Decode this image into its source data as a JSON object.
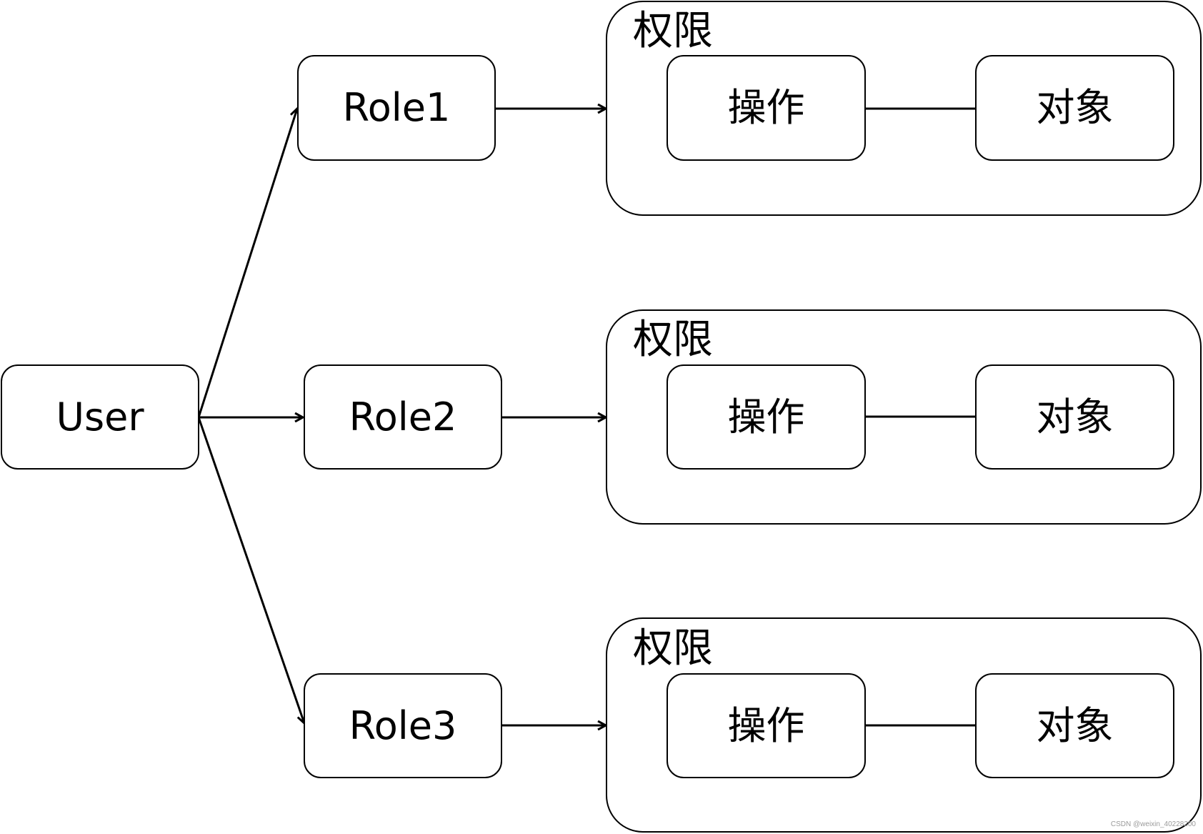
{
  "user": {
    "label": "User"
  },
  "roles": [
    {
      "label": "Role1"
    },
    {
      "label": "Role2"
    },
    {
      "label": "Role3"
    }
  ],
  "permissions": [
    {
      "title": "权限",
      "operation": "操作",
      "object": "对象"
    },
    {
      "title": "权限",
      "operation": "操作",
      "object": "对象"
    },
    {
      "title": "权限",
      "operation": "操作",
      "object": "对象"
    }
  ],
  "watermark": "CSDN @weixin_40228200"
}
